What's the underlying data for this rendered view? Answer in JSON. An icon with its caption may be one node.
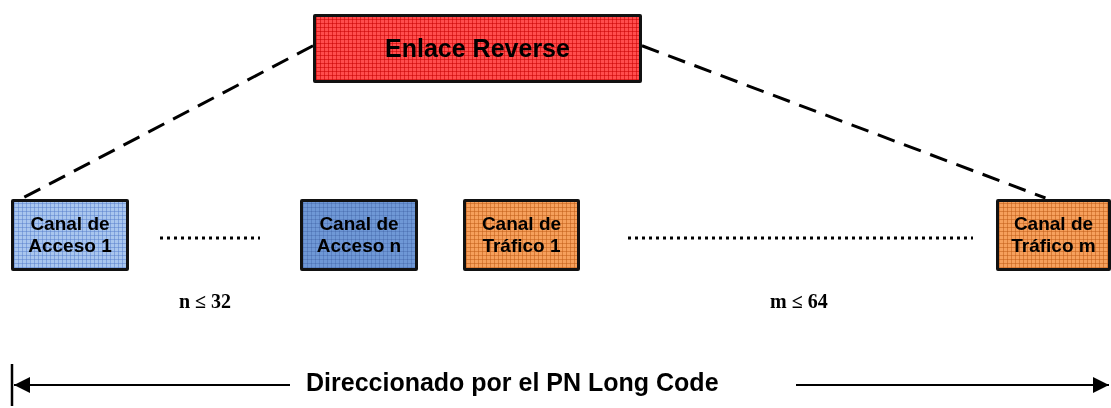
{
  "diagram": {
    "nodes": [
      {
        "text": [
          "Enlace Reverse"
        ]
      },
      {
        "text": [
          "Canal de Acceso 1"
        ]
      },
      {
        "text": [
          "Canal de Acceso n"
        ]
      },
      {
        "text": [
          "Canal de Tráfico 1"
        ]
      },
      {
        "text": [
          "Canal de Tráfico m"
        ]
      }
    ],
    "edges": [
      {
        "from": 0,
        "to": 1,
        "arrow": "none",
        "style": "dashed"
      },
      {
        "from": 0,
        "to": 4,
        "arrow": "none",
        "style": "dashed"
      }
    ],
    "labels": [
      "n ≤ 32",
      "m ≤ 64",
      "Direccionado por el PN Long Code"
    ]
  }
}
